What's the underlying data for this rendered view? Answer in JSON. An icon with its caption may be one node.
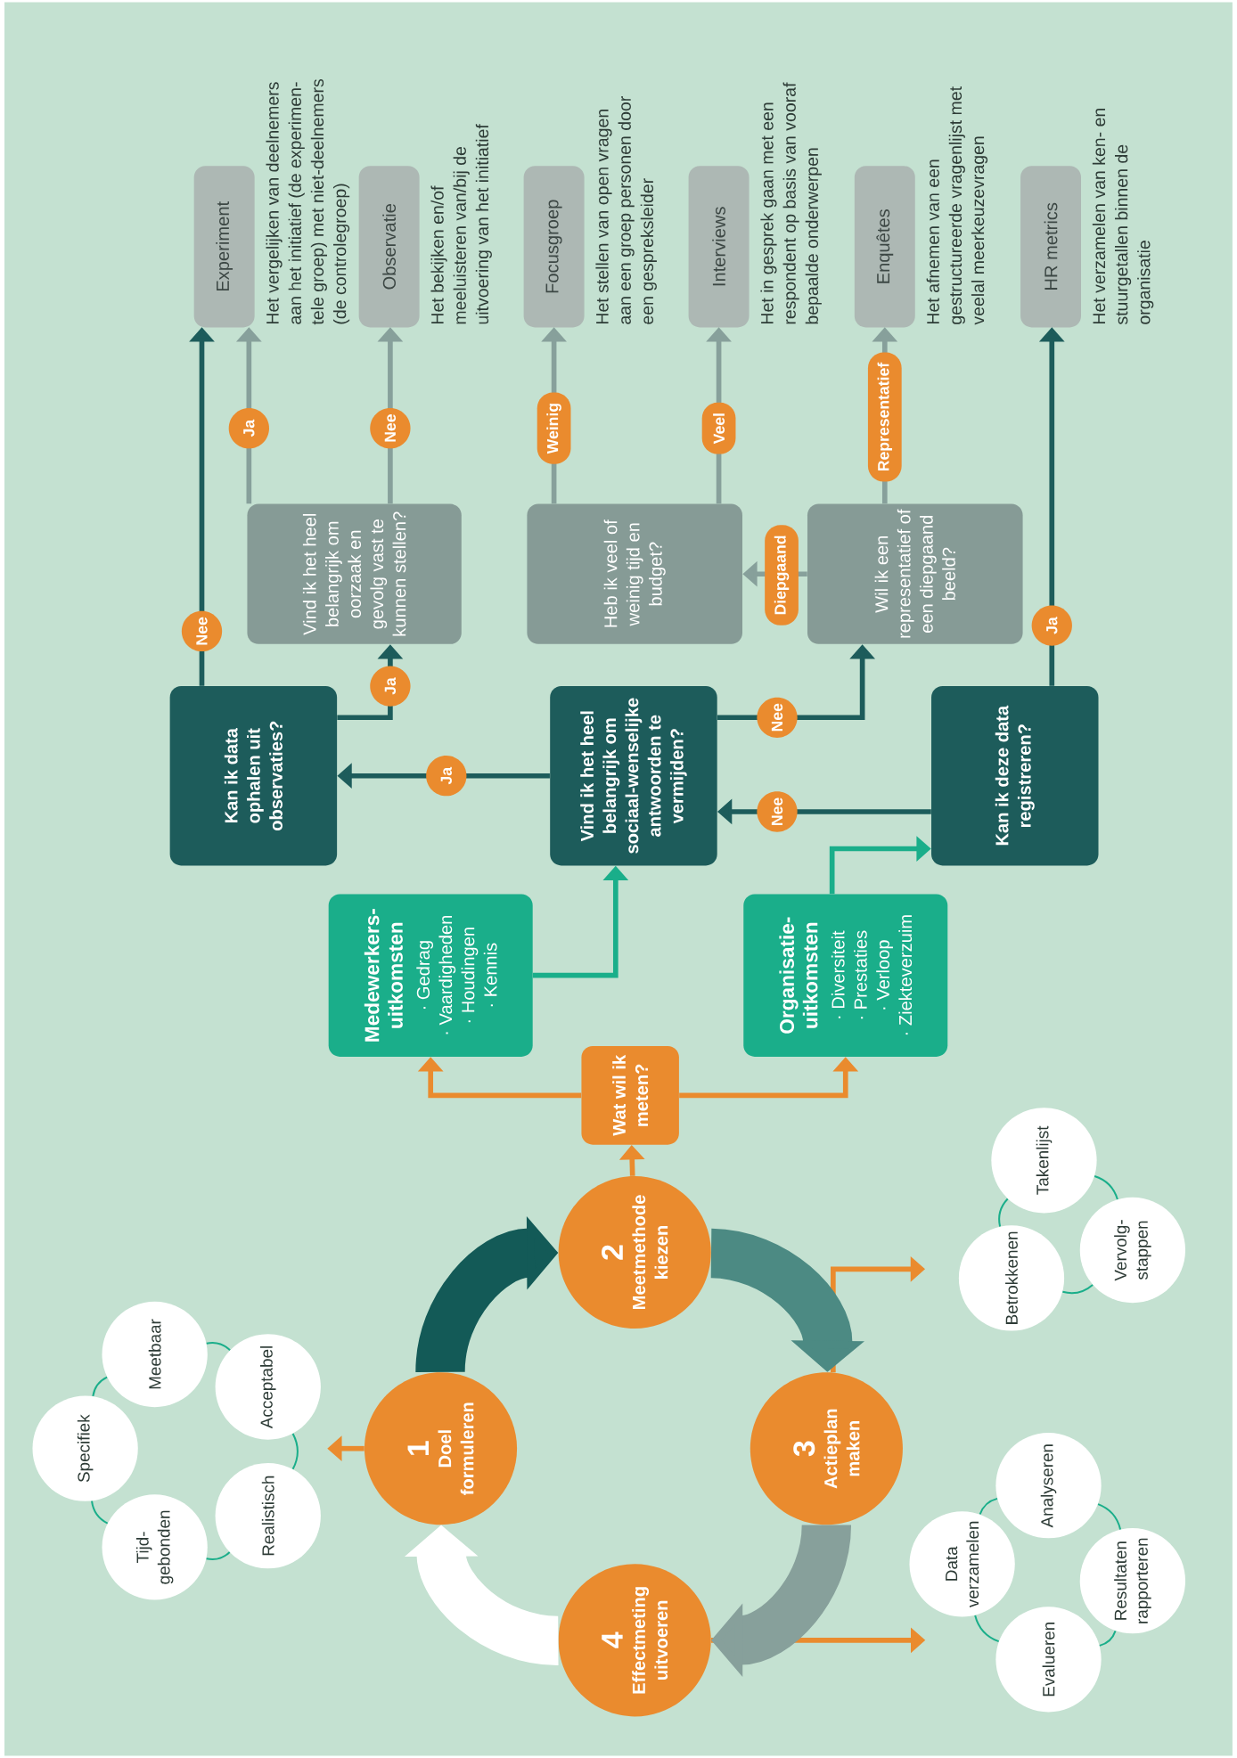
{
  "diagram": {
    "nodes": [
      {
        "text": [
          "Experiment"
        ],
        "beside": [
          "Het vergelijken van deelnemers aan het initiatief (de experimen- tele groep) met niet-deelnemers (de controlegroep)"
        ]
      },
      {
        "text": [
          "Observatie"
        ],
        "beside": [
          "Het bekijken en/of meeluisteren van/bij de uitvoering van het initiatief"
        ]
      },
      {
        "text": [
          "Focusgroep"
        ],
        "beside": [
          "Het stellen van open vragen aan een groep personen door een gespreksleider"
        ]
      },
      {
        "text": [
          "Interviews"
        ],
        "beside": [
          "Het in gesprek gaan met een respondent op basis van vooraf bepaalde onderwerpen"
        ]
      },
      {
        "text": [
          "Enquêtes"
        ],
        "beside": [
          "Het afnemen van een gestructureerde vragenlijst met veelal meerkeuzevragen"
        ]
      },
      {
        "text": [
          "HR metrics"
        ],
        "beside": [
          "Het verzamelen van ken- en stuurgetallen binnen de organisatie"
        ]
      },
      {
        "text": [
          "Vind ik het heel belangrijk om oorzaak en gevolg vast te kunnen stellen?"
        ]
      },
      {
        "text": [
          "Heb ik veel of weinig tijd en budget?"
        ]
      },
      {
        "text": [
          "Wil ik een representatief of een diepgaand beeld?"
        ]
      },
      {
        "text": [
          "Kan ik data ophalen uit observaties?"
        ]
      },
      {
        "text": [
          "Vind ik het heel belangrijk om sociaal-wenselijke antwoorden te vermijden?"
        ]
      },
      {
        "text": [
          "Kan ik deze data registreren?"
        ]
      },
      {
        "text": [
          "Medewerkers- uitkomsten",
          "· Gedrag",
          "· Vaardigheden",
          "· Houdingen",
          "· Kennis"
        ]
      },
      {
        "text": [
          "Organisatie- uitkomsten",
          "· Diversiteit",
          "· Prestaties",
          "· Verloop",
          "· Ziekteverzuim"
        ]
      },
      {
        "text": [
          "Wat wil ik meten?"
        ]
      },
      {
        "text": [
          "1",
          "Doel formuleren"
        ]
      },
      {
        "text": [
          "2",
          "Meetmethode kiezen"
        ]
      },
      {
        "text": [
          "3",
          "Actieplan maken"
        ]
      },
      {
        "text": [
          "4",
          "Effectmeting uitvoeren"
        ]
      },
      {
        "text": [
          "Specifiek"
        ]
      },
      {
        "text": [
          "Tijd- gebonden"
        ]
      },
      {
        "text": [
          "Meetbaar"
        ]
      },
      {
        "text": [
          "Realistisch"
        ]
      },
      {
        "text": [
          "Acceptabel"
        ]
      },
      {
        "text": [
          "Betrokkenen"
        ]
      },
      {
        "text": [
          "Takenlijst"
        ]
      },
      {
        "text": [
          "Vervolg- stappen"
        ]
      },
      {
        "text": [
          "Data verzamelen"
        ]
      },
      {
        "text": [
          "Analyseren"
        ]
      },
      {
        "text": [
          "Evalueren"
        ]
      },
      {
        "text": [
          "Resultaten rapporteren"
        ]
      }
    ],
    "edges": [
      {
        "from": 16,
        "to": 14,
        "arrow": "to",
        "color": "#ea8b2e"
      },
      {
        "from": 14,
        "to": 12,
        "arrow": "to",
        "color": "#ea8b2e"
      },
      {
        "from": 14,
        "to": 13,
        "arrow": "to",
        "color": "#ea8b2e"
      },
      {
        "from": 12,
        "to": 10,
        "arrow": "to",
        "color": "#1aae8a"
      },
      {
        "from": 13,
        "to": 11,
        "arrow": "to",
        "color": "#1aae8a"
      },
      {
        "from": 11,
        "to": 10,
        "arrow": "to",
        "color": "#1d5c5b",
        "label": "Nee"
      },
      {
        "from": 10,
        "to": 9,
        "arrow": "to",
        "color": "#1d5c5b",
        "label": "Ja"
      },
      {
        "from": 10,
        "to": 8,
        "arrow": "to",
        "color": "#1d5c5b",
        "label": "Nee"
      },
      {
        "from": 11,
        "to": 5,
        "arrow": "to",
        "color": "#1d5c5b",
        "label": "Ja"
      },
      {
        "from": 9,
        "to": 0,
        "arrow": "to",
        "color": "#1d5c5b",
        "label": "Nee"
      },
      {
        "from": 9,
        "to": 6,
        "arrow": "to",
        "color": "#1d5c5b",
        "label": "Ja"
      },
      {
        "from": 6,
        "to": 0,
        "arrow": "to",
        "color": "#87a09b",
        "label": "Ja"
      },
      {
        "from": 6,
        "to": 1,
        "arrow": "to",
        "color": "#87a09b",
        "label": "Nee"
      },
      {
        "from": 8,
        "to": 7,
        "arrow": "to",
        "color": "#87a09b",
        "label": "Diepgaand"
      },
      {
        "from": 8,
        "to": 4,
        "arrow": "to",
        "color": "#87a09b",
        "label": "Representatief"
      },
      {
        "from": 7,
        "to": 2,
        "arrow": "to",
        "color": "#87a09b",
        "label": "Weinig"
      },
      {
        "from": 7,
        "to": 3,
        "arrow": "to",
        "color": "#87a09b",
        "label": "Veel"
      },
      {
        "from": 15,
        "to": null,
        "arrow": "to",
        "color": "#ea8b2e"
      },
      {
        "from": 17,
        "to": null,
        "arrow": "to",
        "color": "#ea8b2e"
      },
      {
        "from": 18,
        "to": null,
        "arrow": "to",
        "color": "#ea8b2e"
      },
      {
        "from": 15,
        "to": 16,
        "arrow": "to",
        "color": "#135a57",
        "style": "thick"
      },
      {
        "from": 16,
        "to": 17,
        "arrow": "to",
        "color": "#4c8a83",
        "style": "thick"
      },
      {
        "from": 17,
        "to": 18,
        "arrow": "to",
        "color": "#87a09b",
        "style": "thick"
      },
      {
        "from": 18,
        "to": 15,
        "arrow": "to",
        "color": "#ffffff",
        "style": "thick"
      },
      {
        "from": 19,
        "to": 21,
        "arrow": "none",
        "color": "#1aae8a"
      },
      {
        "from": 21,
        "to": 23,
        "arrow": "none",
        "color": "#1aae8a"
      },
      {
        "from": 23,
        "to": 22,
        "arrow": "none",
        "color": "#1aae8a"
      },
      {
        "from": 22,
        "to": 20,
        "arrow": "none",
        "color": "#1aae8a"
      },
      {
        "from": 20,
        "to": 19,
        "arrow": "none",
        "color": "#1aae8a"
      },
      {
        "from": 25,
        "to": 26,
        "arrow": "none",
        "color": "#1aae8a"
      },
      {
        "from": 26,
        "to": 24,
        "arrow": "none",
        "color": "#1aae8a"
      },
      {
        "from": 24,
        "to": 25,
        "arrow": "none",
        "color": "#1aae8a"
      },
      {
        "from": 27,
        "to": 28,
        "arrow": "none",
        "color": "#1aae8a"
      },
      {
        "from": 28,
        "to": 30,
        "arrow": "none",
        "color": "#1aae8a"
      },
      {
        "from": 30,
        "to": 29,
        "arrow": "none",
        "color": "#1aae8a"
      },
      {
        "from": 29,
        "to": 27,
        "arrow": "none",
        "color": "#1aae8a"
      }
    ]
  }
}
